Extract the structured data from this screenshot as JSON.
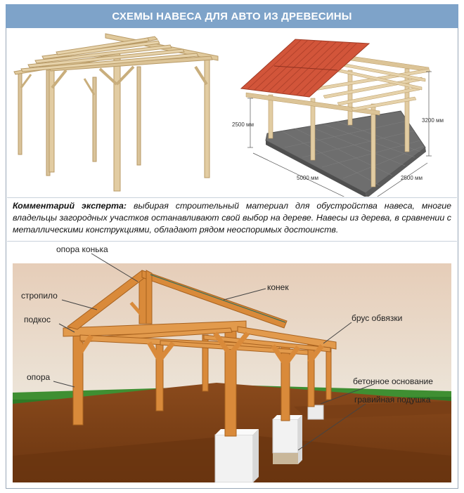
{
  "header": {
    "title": "СХЕМЫ НАВЕСА ДЛЯ АВТО ИЗ ДРЕВЕСИНЫ"
  },
  "comment": {
    "lead": "Комментарий эксперта:",
    "text": " выбирая строительный материал для обустройства навеса, многие владельцы загородных участков останавливают свой выбор на дереве. Навесы из дерева, в сравнении с металлическими конструкциями, обладают рядом неоспоримых достоинств."
  },
  "dimensions": {
    "height_front": "2500 мм",
    "height_back": "3200 мм",
    "length": "5000 мм",
    "width": "2500 мм"
  },
  "labels": {
    "ridge_support": "опора конька",
    "rafter": "стропило",
    "ridge": "конек",
    "strut": "подкос",
    "tie_beam": "брус обвязки",
    "post": "опора",
    "concrete_base": "бетонное основание",
    "gravel_pad": "гравийная подушка"
  },
  "colors": {
    "header_bg": "#7ea3c9",
    "wood_light": "#d9c39a",
    "wood_orange": "#d98a3a",
    "roof": "#d2553a",
    "paving": "#6e6e6e",
    "soil": "#8a4a1c",
    "grass": "#3f8f32"
  }
}
